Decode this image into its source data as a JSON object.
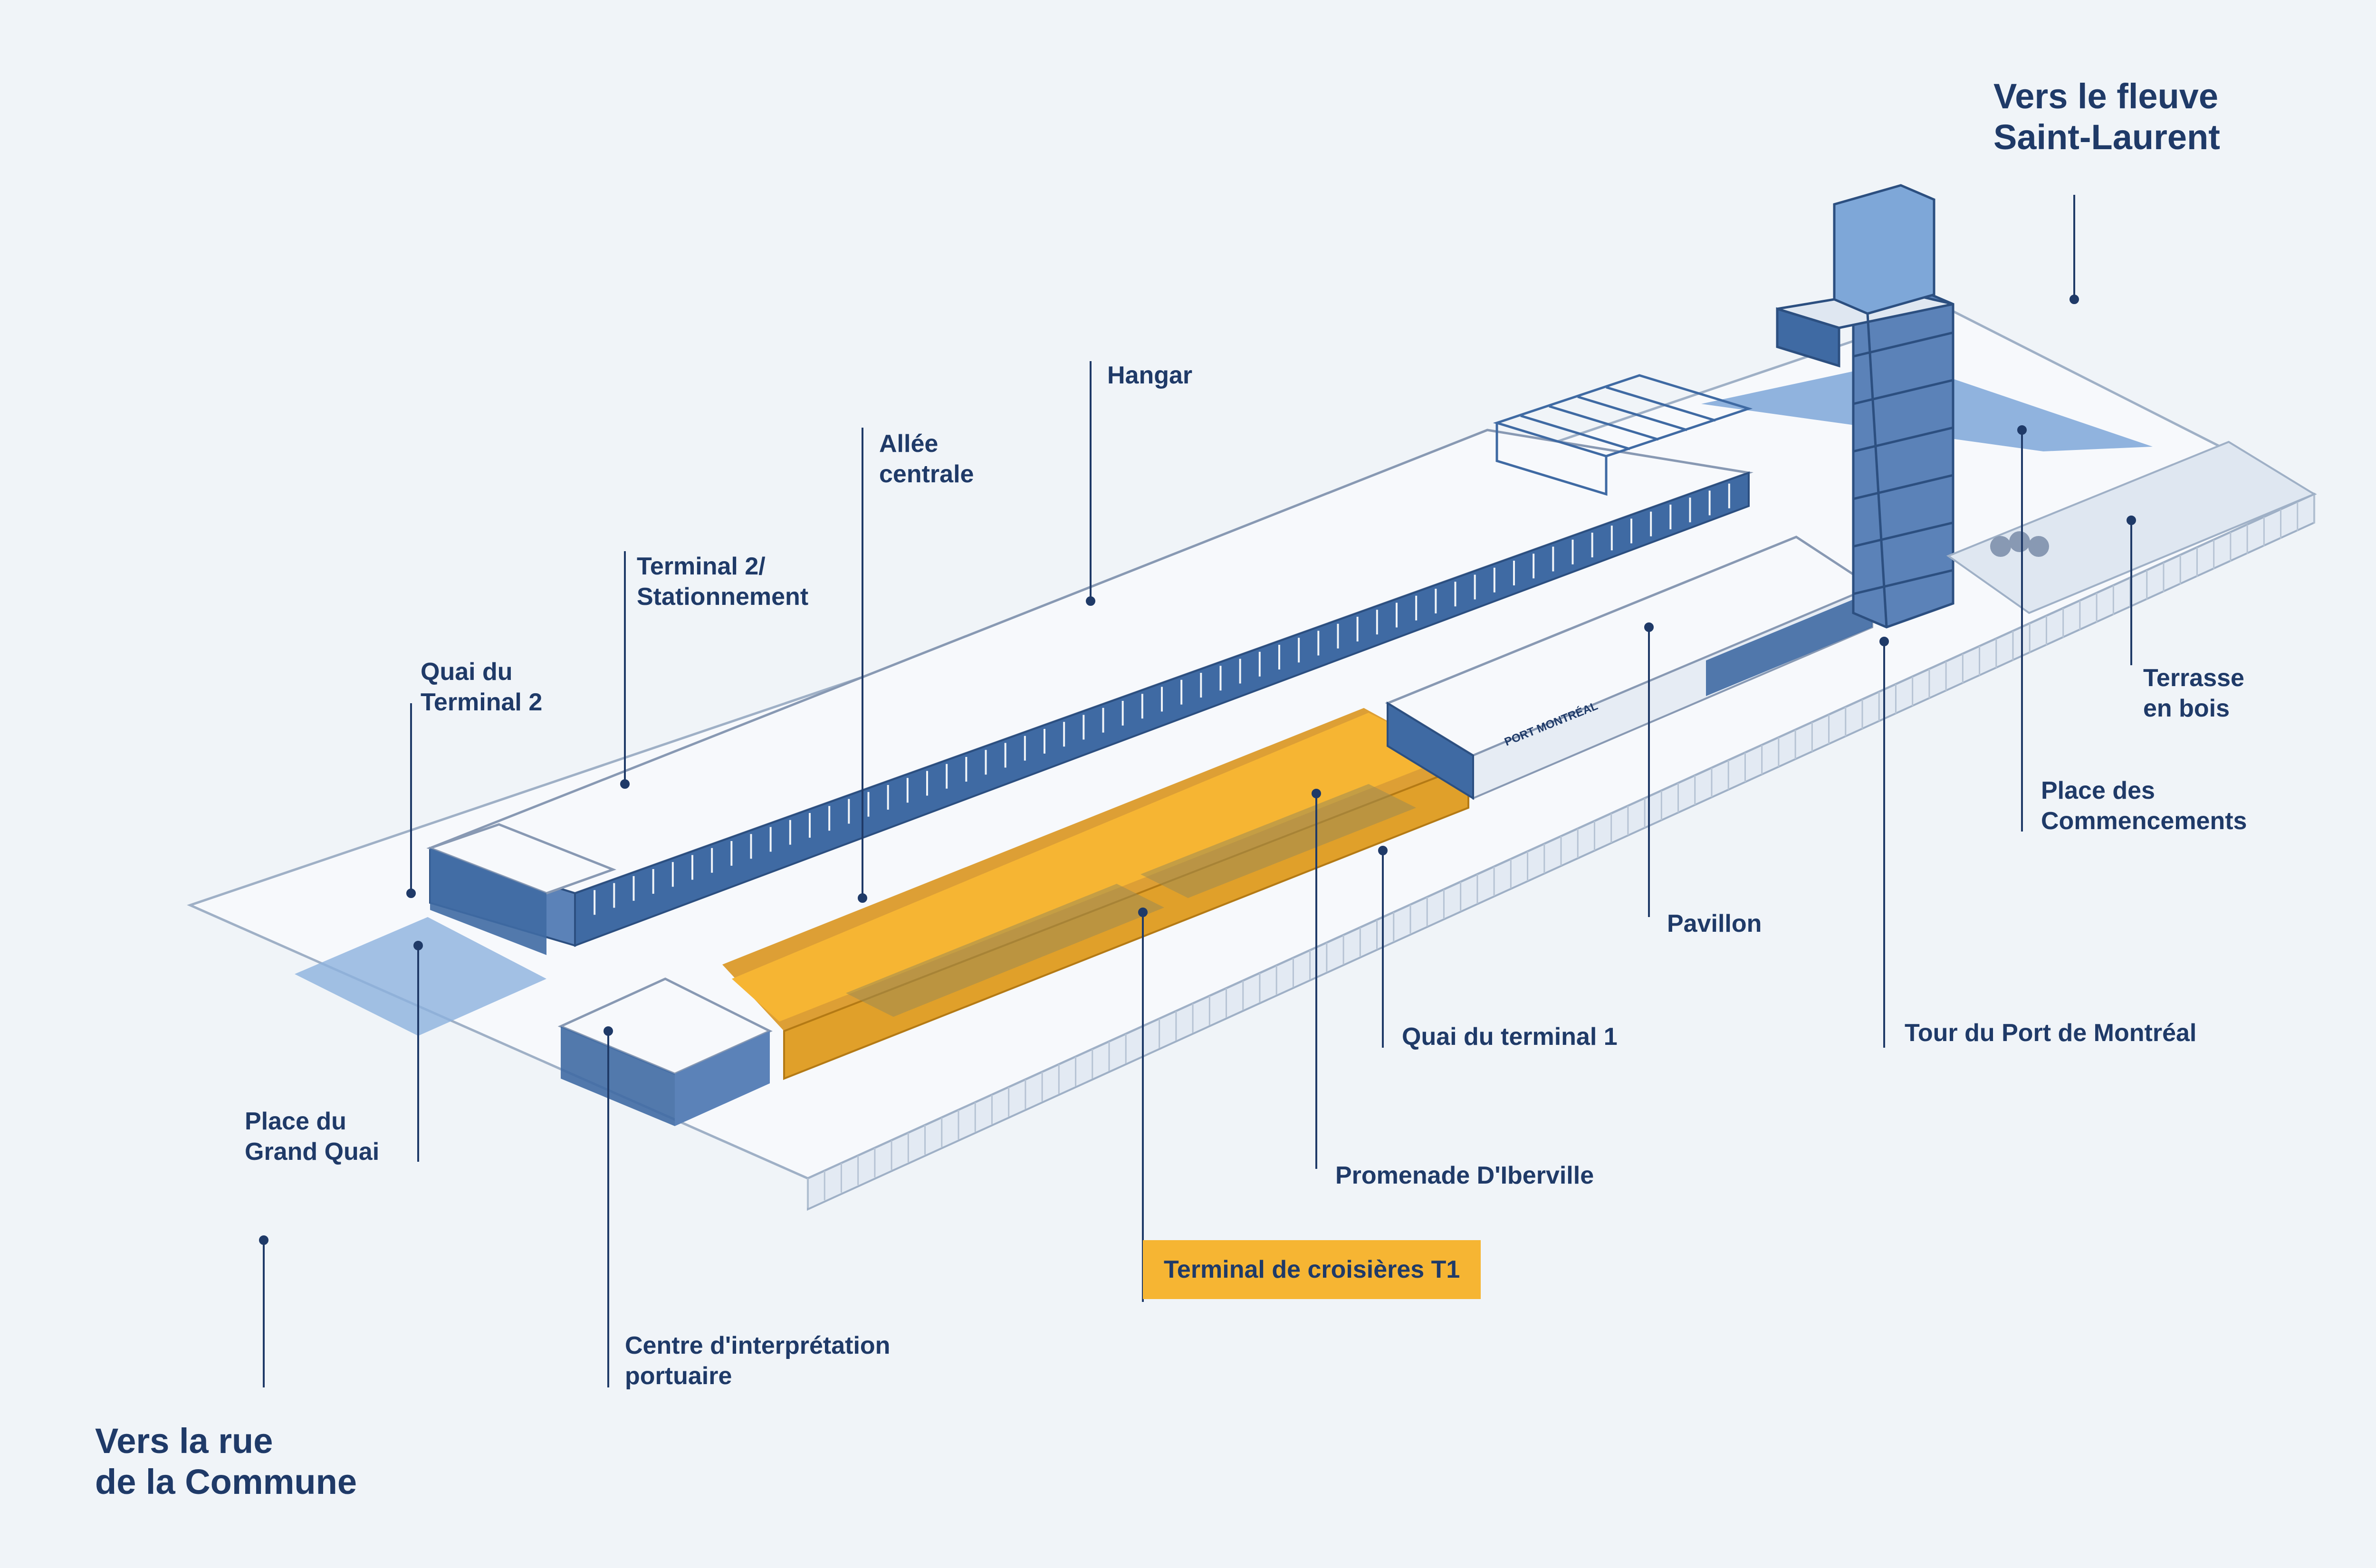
{
  "colors": {
    "background": "#f0f4f8",
    "text": "#1f3a68",
    "leader": "#1f3a68",
    "highlight": "#f6b533",
    "highlight_dark": "#d9951f",
    "water_blue": "#7ea7d8",
    "structure_blue": "#3f6aa3",
    "outline": "#9fb0c6"
  },
  "labels": {
    "vers_fleuve": [
      "Vers le fleuve",
      "Saint-Laurent"
    ],
    "hangar": "Hangar",
    "allee_centrale": [
      "Allée",
      "centrale"
    ],
    "terminal2_stationnement": [
      "Terminal 2/",
      "Stationnement"
    ],
    "quai_terminal2": [
      "Quai du",
      "Terminal 2"
    ],
    "terrasse_bois": [
      "Terrasse",
      "en bois"
    ],
    "place_commencements": [
      "Place des",
      "Commencements"
    ],
    "pavillon": "Pavillon",
    "quai_terminal1": "Quai du terminal 1",
    "tour_port": "Tour du Port de Montréal",
    "place_grand_quai": [
      "Place du",
      "Grand Quai"
    ],
    "promenade_diberville": "Promenade D'Iberville",
    "terminal_croisieres": "Terminal de croisières T1",
    "centre_interpretation": [
      "Centre d'interprétation",
      "portuaire"
    ],
    "vers_rue": [
      "Vers la rue",
      "de la Commune"
    ]
  },
  "building_sign": "PORT MONTRÉAL"
}
